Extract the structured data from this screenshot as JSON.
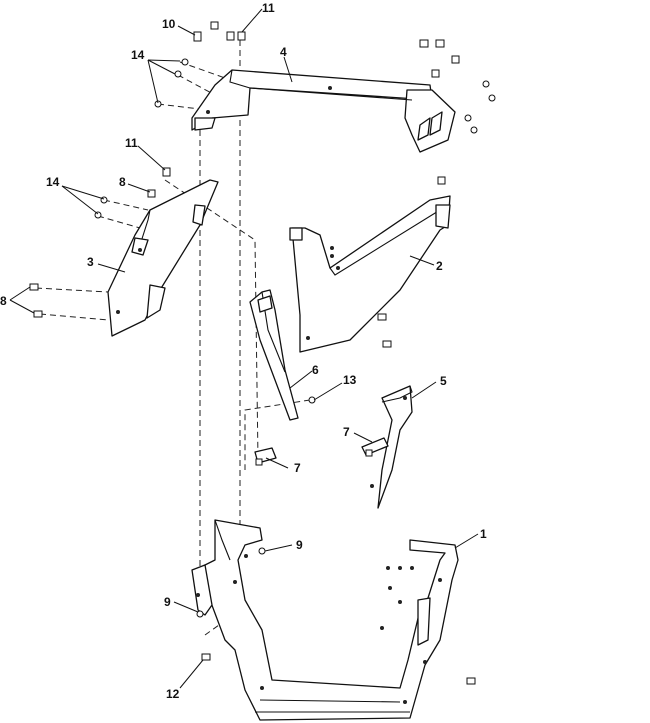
{
  "callouts": {
    "c1": "1",
    "c2": "2",
    "c3": "3",
    "c4": "4",
    "c5": "5",
    "c6": "6",
    "c7a": "7",
    "c7b": "7",
    "c8a": "8",
    "c8b": "8",
    "c9a": "9",
    "c9b": "9",
    "c10": "10",
    "c11a": "11",
    "c11b": "11",
    "c12": "12",
    "c13": "13",
    "c14a": "14",
    "c14b": "14"
  }
}
